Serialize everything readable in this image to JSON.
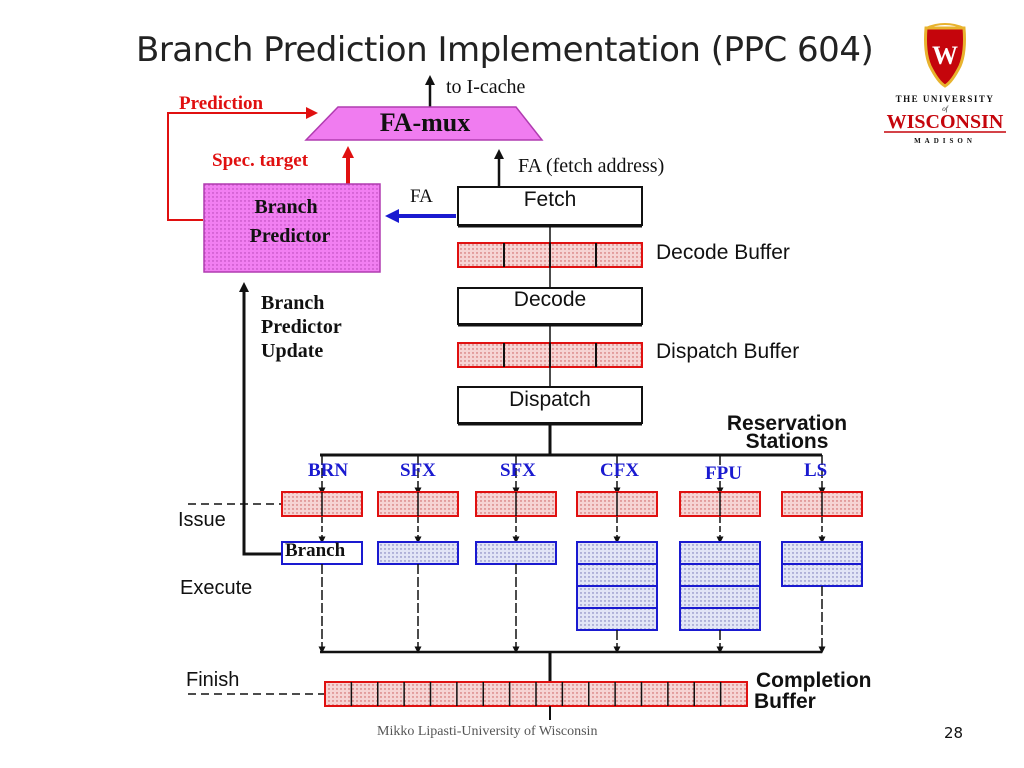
{
  "slide": {
    "title": "Branch Prediction Implementation (PPC 604)",
    "footer": "Mikko Lipasti-University of Wisconsin",
    "page_number": "28"
  },
  "logo": {
    "line1": "THE UNIVERSITY",
    "line2": "of",
    "line3": "WISCONSIN",
    "line4": "MADISON",
    "crest_letter": "W",
    "colors": {
      "crest_red": "#c5050c",
      "crest_gold": "#e8b32e",
      "text_red": "#c5050c"
    }
  },
  "diagram": {
    "to_icache": "to I-cache",
    "prediction": "Prediction",
    "fa_mux": "FA-mux",
    "spec_target": "Spec. target",
    "fa_fetch_address": "FA (fetch address)",
    "fa": "FA",
    "branch_predictor_line1": "Branch",
    "branch_predictor_line2": "Predictor",
    "bp_update_line1": "Branch",
    "bp_update_line2": "Predictor",
    "bp_update_line3": "Update",
    "fetch": "Fetch",
    "decode_buffer": "Decode Buffer",
    "decode": "Decode",
    "dispatch_buffer": "Dispatch Buffer",
    "dispatch": "Dispatch",
    "reservation_line1": "Reservation",
    "reservation_line2": "Stations",
    "units": [
      "BRN",
      "SFX",
      "SFX",
      "CFX",
      "FPU",
      "LS"
    ],
    "branch_unit": "Branch",
    "issue": "Issue",
    "execute": "Execute",
    "finish": "Finish",
    "completion_line1": "Completion",
    "completion_line2": "Buffer",
    "colors": {
      "mux_fill": "#f07cf0",
      "predictor_fill": "#f27ff2",
      "red": "#e01010",
      "blue": "#1a1ad0",
      "buffer_fill": "#f4c8c8",
      "exec_fill": "#d8dcf4"
    }
  }
}
